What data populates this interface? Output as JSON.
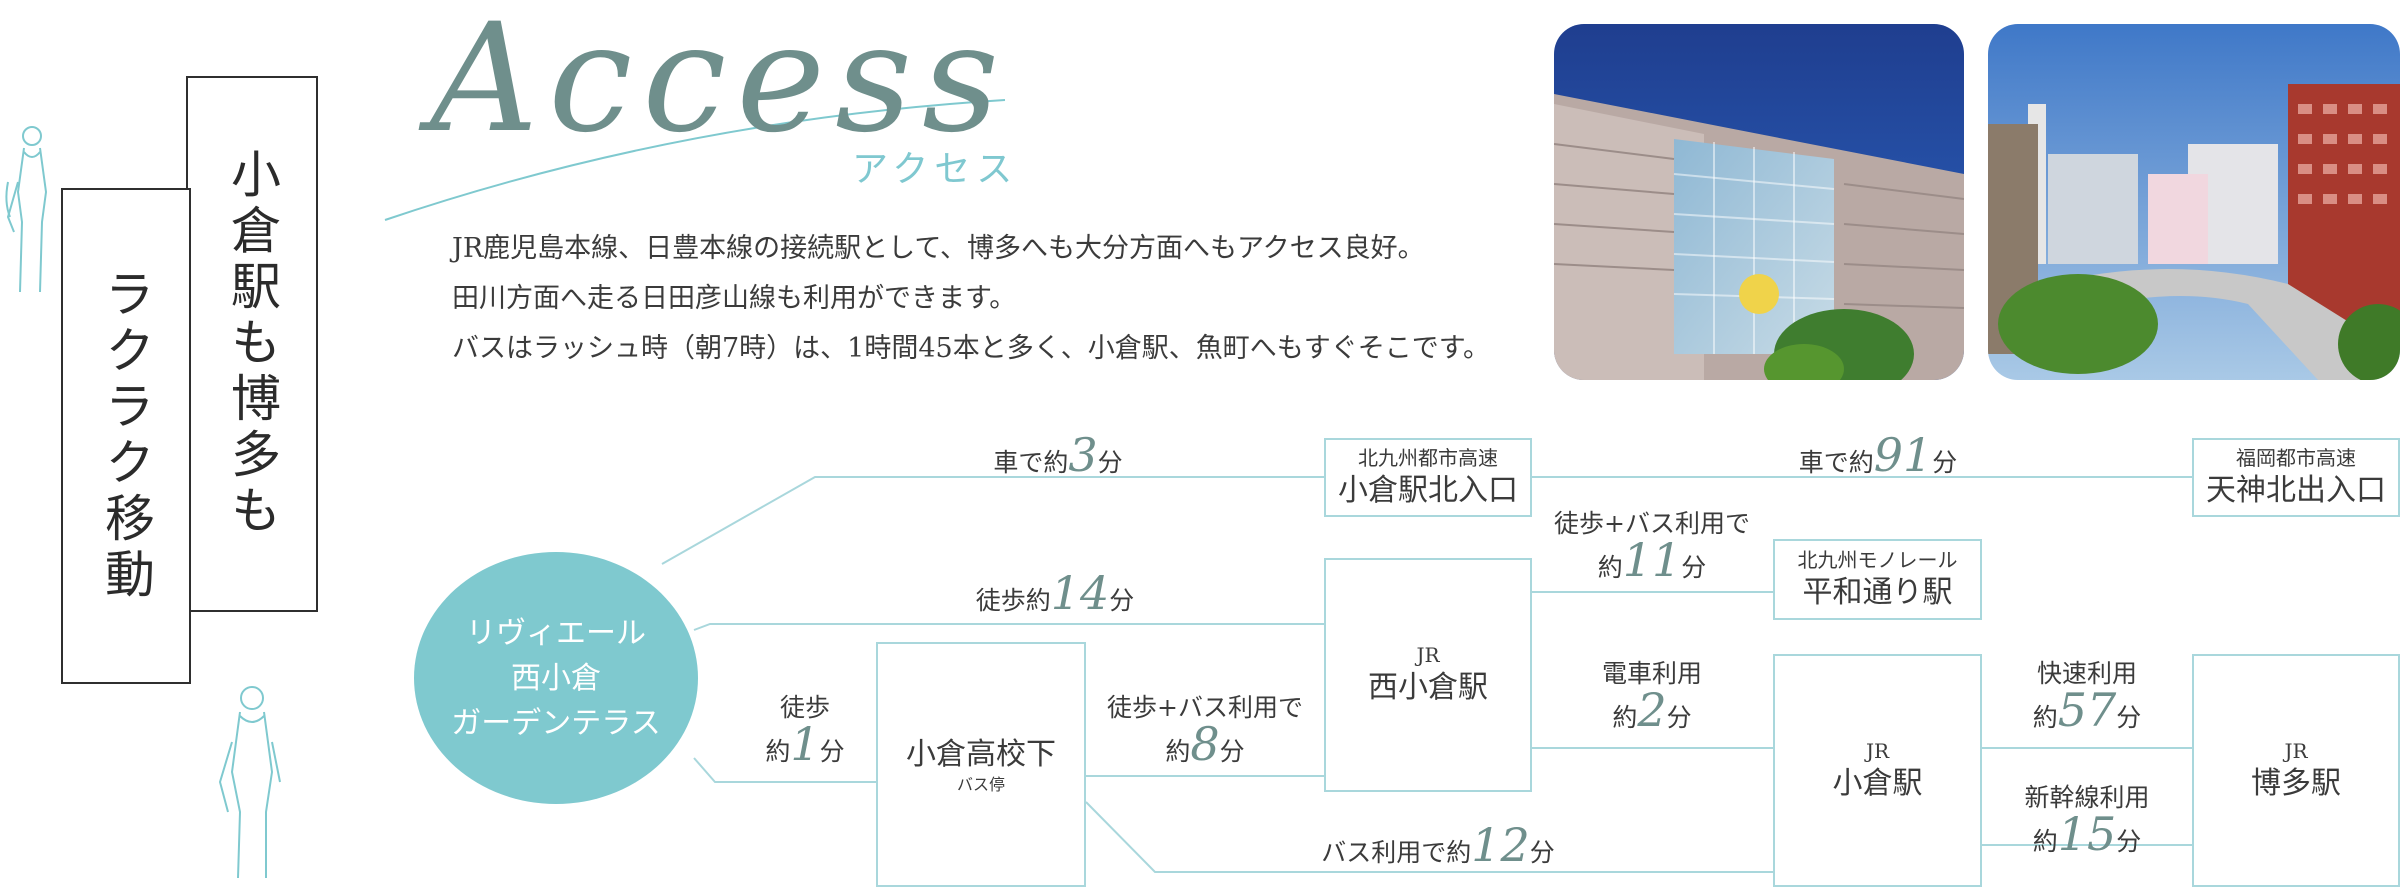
{
  "title": {
    "line1": "小倉駅も博多も",
    "line2": "ラクラク移動"
  },
  "heading": {
    "script": "Access",
    "kana": "アクセス"
  },
  "intro": [
    "JR鹿児島本線、日豊本線の接続駅として、博多へも大分方面へもアクセス良好。",
    "田川方面へ走る日田彦山線も利用ができます。",
    "バスはラッシュ時（朝7時）は、1時間45本と多く、小倉駅、魚町へもすぐそこです。"
  ],
  "colors": {
    "accent": "#7fc9cf",
    "line": "#a9d7dc",
    "script": "#6f8f8c"
  },
  "origin": {
    "line1": "リヴィエール",
    "line2": "西小倉",
    "line3": "ガーデンテラス"
  },
  "nodes": {
    "kokura_north": {
      "sub": "北九州都市高速",
      "name": "小倉駅北入口"
    },
    "tenjin": {
      "sub": "福岡都市高速",
      "name": "天神北出入口"
    },
    "heiwa": {
      "sub": "北九州モノレール",
      "name": "平和通り駅"
    },
    "nishikokura": {
      "sub": "JR",
      "name": "西小倉駅"
    },
    "koukou": {
      "name": "小倉高校下",
      "sub": "バス停"
    },
    "kokura": {
      "sub": "JR",
      "name": "小倉駅"
    },
    "hakata": {
      "sub": "JR",
      "name": "博多駅"
    }
  },
  "routes": {
    "car3": {
      "pre": "車で約",
      "num": "3",
      "unit": "分"
    },
    "car91": {
      "pre": "車で約",
      "num": "91",
      "unit": "分"
    },
    "walk14": {
      "pre": "徒歩約",
      "num": "14",
      "unit": "分"
    },
    "walk1": {
      "pre": "徒歩",
      "pre2": "約",
      "num": "1",
      "unit": "分"
    },
    "walkbus8": {
      "pre": "徒歩+バス利用で",
      "pre2": "約",
      "num": "8",
      "unit": "分"
    },
    "walkbus11": {
      "pre": "徒歩+バス利用で",
      "pre2": "約",
      "num": "11",
      "unit": "分"
    },
    "train2": {
      "pre": "電車利用",
      "pre2": "約",
      "num": "2",
      "unit": "分"
    },
    "bus12": {
      "pre": "バス利用で約",
      "num": "12",
      "unit": "分"
    },
    "rapid57": {
      "pre": "快速利用",
      "pre2": "約",
      "num": "57",
      "unit": "分"
    },
    "shinkansen15": {
      "pre": "新幹線利用",
      "pre2": "約",
      "num": "15",
      "unit": "分"
    }
  }
}
